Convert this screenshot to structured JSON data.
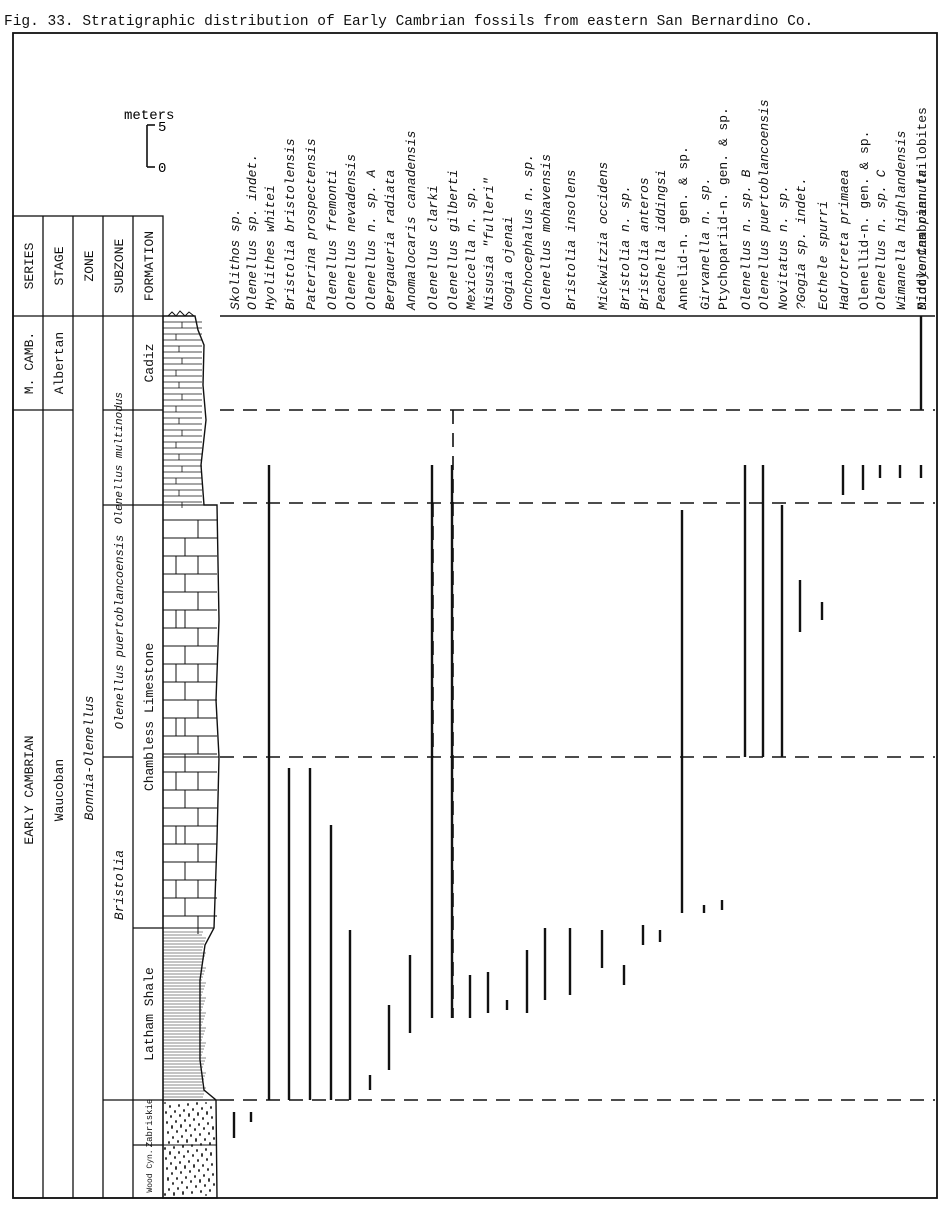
{
  "caption": "Fig. 33. Stratigraphic distribution of Early Cambrian fossils from eastern San Bernardino Co.",
  "scale": {
    "label": "meters",
    "top": "5",
    "bottom": "0"
  },
  "headers": {
    "series": "SERIES",
    "stage": "STAGE",
    "zone": "ZONE",
    "subzone": "SUBZONE",
    "formation": "FORMATION"
  },
  "series": [
    {
      "label": "M. CAMB."
    },
    {
      "label": "EARLY CAMBRIAN"
    }
  ],
  "stages": [
    {
      "label": "Albertan"
    },
    {
      "label": "Waucoban"
    }
  ],
  "zone": "Bonnia-Olenellus",
  "subzones": [
    {
      "label": "Olenellus multinodus"
    },
    {
      "label": "Olenellus puertoblancoensis"
    },
    {
      "label": "Bristolia"
    }
  ],
  "formations": [
    {
      "label": "Cadiz"
    },
    {
      "label": "Chambless Limestone"
    },
    {
      "label": "Latham Shale"
    },
    {
      "label": "Zabriskie"
    },
    {
      "label": "Wood Cyn."
    }
  ],
  "taxa": [
    {
      "label": "Skolithos sp.",
      "italic": true
    },
    {
      "label": "Olenellus sp. indet.",
      "italic": true
    },
    {
      "label": "Hyolithes whitei",
      "italic": true
    },
    {
      "label": "Bristolia bristolensis",
      "italic": true
    },
    {
      "label": "Paterina prospectensis",
      "italic": true
    },
    {
      "label": "Olenellus fremonti",
      "italic": true
    },
    {
      "label": "Olenellus nevadensis",
      "italic": true
    },
    {
      "label": "Olenellus n. sp. A",
      "italic": true
    },
    {
      "label": "Bergaueria radiata",
      "italic": true
    },
    {
      "label": "Anomalocaris canadensis",
      "italic": true
    },
    {
      "label": "Olenellus clarki",
      "italic": true
    },
    {
      "label": "Olenellus gilberti",
      "italic": true
    },
    {
      "label": "Mexicella n. sp.",
      "italic": true
    },
    {
      "label": "Nisusia \"fulleri\"",
      "italic": true
    },
    {
      "label": "Gogia ojenai",
      "italic": true
    },
    {
      "label": "Onchocephalus n. sp.",
      "italic": true
    },
    {
      "label": "Olenellus mohavensis",
      "italic": true
    },
    {
      "label": "Bristolia insolens",
      "italic": true
    },
    {
      "label": "Mickwitzia occidens",
      "italic": true
    },
    {
      "label": "Bristolia n. sp.",
      "italic": true
    },
    {
      "label": "Bristolia anteros",
      "italic": true
    },
    {
      "label": "Peachella iddingsi",
      "italic": true
    },
    {
      "label": "Annelid-n. gen. & sp.",
      "italic": false
    },
    {
      "label": "Girvanella n. sp.",
      "italic": true
    },
    {
      "label": "Ptychopariid-n. gen. & sp.",
      "italic": false
    },
    {
      "label": "Olenellus n. sp. B",
      "italic": true
    },
    {
      "label": "Olenellus puertoblancoensis",
      "italic": true
    },
    {
      "label": "Novitatus n. sp.",
      "italic": true
    },
    {
      "label": "?Gogia sp. indet.",
      "italic": true
    },
    {
      "label": "Eothele spurri",
      "italic": true
    },
    {
      "label": "Hadrotreta primaea",
      "italic": true
    },
    {
      "label": "Olenellid-n. gen. & sp.",
      "italic": false
    },
    {
      "label": "Olenellus n. sp. C",
      "italic": true
    },
    {
      "label": "Wimanella highlandensis",
      "italic": true
    },
    {
      "label": "Dictyonina pannula",
      "italic": true
    },
    {
      "label": "Middle Cambrian trilobites",
      "italic": false
    }
  ]
}
